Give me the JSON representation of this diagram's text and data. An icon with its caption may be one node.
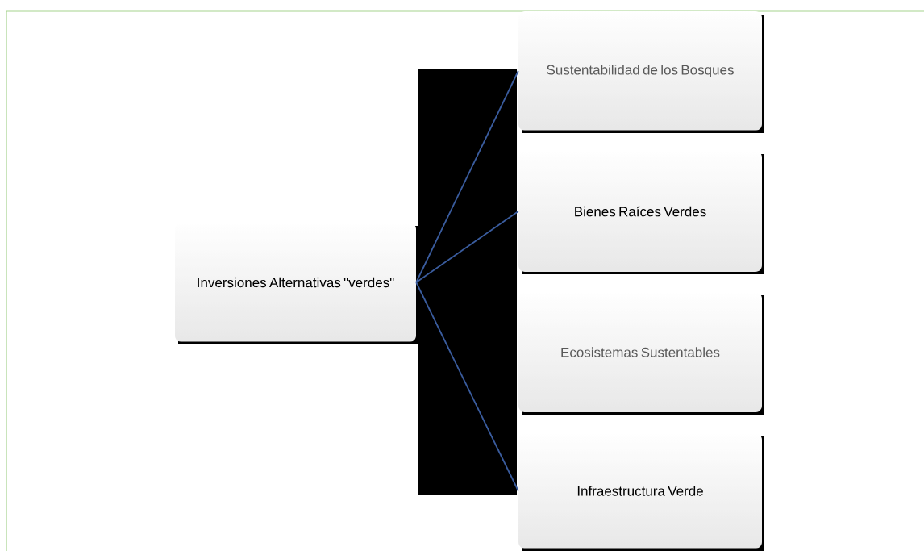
{
  "diagram": {
    "nodes": [
      {
        "text": [
          "Inversiones Alternativas \"verdes\""
        ]
      },
      {
        "text": [
          "Sustentabilidad de los Bosques"
        ]
      },
      {
        "text": [
          "Bienes Raíces Verdes"
        ]
      },
      {
        "text": [
          "Ecosistemas Sustentables"
        ]
      },
      {
        "text": [
          "Infraestructura Verde"
        ]
      }
    ],
    "edges": [
      {
        "from": 0,
        "to": 1,
        "arrow": "none"
      },
      {
        "from": 0,
        "to": 2,
        "arrow": "none"
      },
      {
        "from": 0,
        "to": 4,
        "arrow": "none"
      }
    ]
  }
}
